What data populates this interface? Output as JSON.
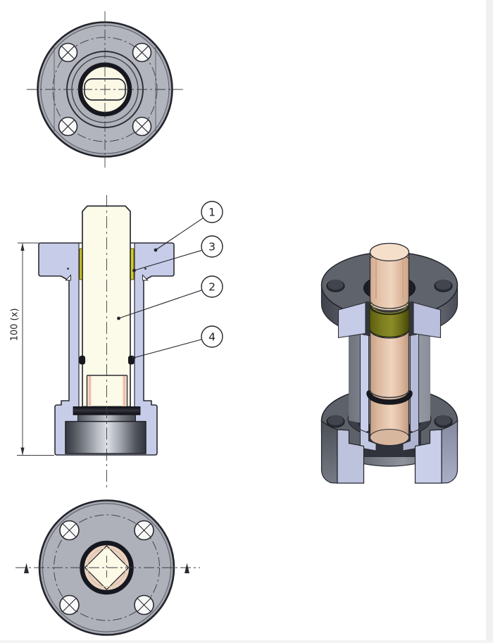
{
  "page": {
    "background": "#ffffff",
    "edge_strip_color": "#f0f0f2"
  },
  "annotations": {
    "dimension_height": "100 (x)",
    "callouts": [
      {
        "label": "1"
      },
      {
        "label": "3"
      },
      {
        "label": "2"
      },
      {
        "label": "4"
      }
    ]
  },
  "palette": {
    "outline": "#2a2b33",
    "flange_gray": "#b0b3bb",
    "body_lavender": "#c7cde8",
    "shaft_cream": "#fcfae8",
    "seal_yellow": "#d4cd24",
    "oring_black": "#17181d",
    "thread_peach": "#e8b094",
    "metal_light": "#d8dbe0",
    "metal_dark": "#34373f",
    "iso_flange_top": "#5f636b",
    "iso_cut_lavender": "#c6cce7",
    "iso_shaft_peach": "#e7c6ae",
    "iso_seal_olive": "#73741b"
  }
}
